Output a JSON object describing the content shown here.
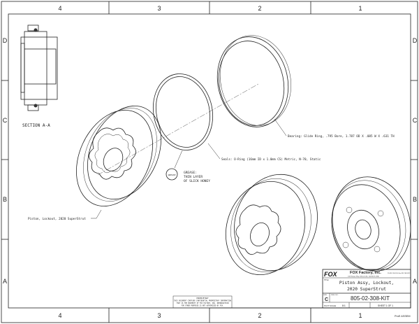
{
  "zones": {
    "columns": [
      "4",
      "3",
      "2",
      "1"
    ],
    "rows": [
      "D",
      "C",
      "B",
      "A"
    ]
  },
  "views": {
    "section_label": "SECTION  A-A"
  },
  "callouts": {
    "bearing": "Bearing: Glide Ring, .795 Bore, 1.787 OD X .085 W X .631 TH",
    "seals": "Seals: O-Ring (16mm ID x 1.0mm CS) Metric, N-70, Static",
    "grease_line1": "GREASE:",
    "grease_line2": "THIN LAYER",
    "grease_line3": "OF SLICK HONEY",
    "grease_symbol": "GREASE",
    "piston": "Piston, Lockout, 2020 SuperStrut"
  },
  "proprietary_note": {
    "line1": "PROPRIETARY",
    "line2": "THIS DOCUMENT CONTAINS CONFIDENTIAL PROPRIETARY INFORMATION",
    "line3": "THAT IS THE PROPERTY OF FOX FACTORY, INC. REPRODUCTION",
    "line4": "FOR OTHER PURPOSES IS NOT AUTHORIZED BY FOX."
  },
  "title_block": {
    "logo": "FOX",
    "company": "FOX Factory, Inc.",
    "address": "130 Hangar Way, Watsonville, CA 95076 USA",
    "phone": "Ph 831-768-1100  Fax 831-768-9312",
    "title_label": "TITLE",
    "title_line1": "Piston Assy, Lockout,",
    "title_line2": "2020 SuperStrut",
    "size_label": "SIZE",
    "size": "C",
    "dwg_label": "DWG. NO.",
    "dwg_no": "805-02-308-KIT",
    "scale_label": "PLOT SCALE",
    "scale": "8:1",
    "sheet": "SHEET 1 OF 1",
    "software": "ProE ASSEM"
  }
}
